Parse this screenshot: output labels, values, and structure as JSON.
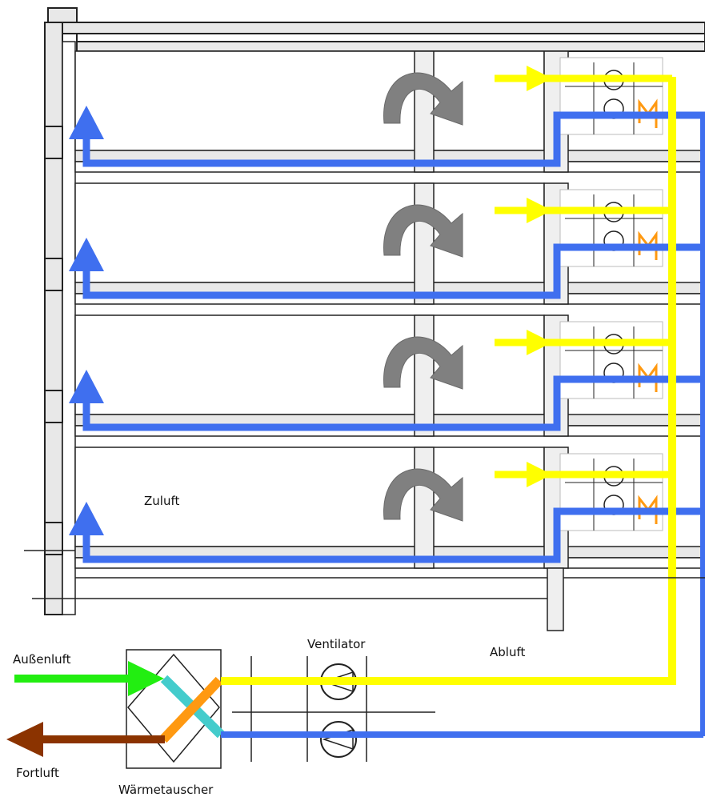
{
  "labels": {
    "supply_air": "Zuluft",
    "outside_air": "Außenluft",
    "exhaust_out": "Fortluft",
    "fan": "Ventilator",
    "extract_air": "Abluft",
    "heat_exchanger": "Wärmetauscher"
  },
  "colors": {
    "extract_flow": "#ffff00",
    "supply_flow": "#3f6fef",
    "outside_flow": "#22ee11",
    "exhaust_flow": "#8b3300",
    "hx_warm": "#ff9911",
    "hx_cool": "#44cccc",
    "circulation": "#808080",
    "wall_fill": "#e8e8e8",
    "line": "#222222"
  },
  "icons": [
    "circulation-arrow-icon",
    "fan-icon",
    "heat-exchanger-icon",
    "room-unit-icon"
  ],
  "floor_count": 4
}
